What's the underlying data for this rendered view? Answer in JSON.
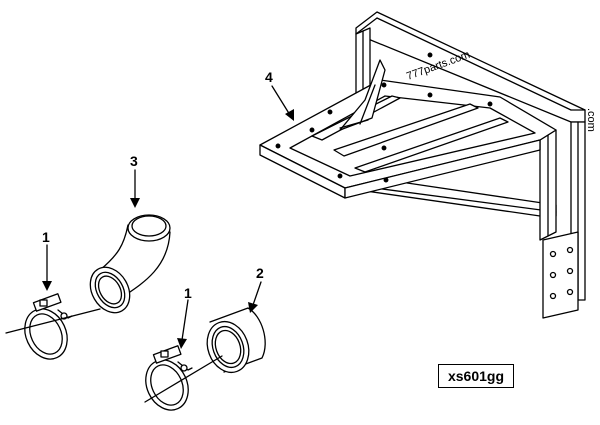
{
  "callouts": {
    "clamp_upper": "1",
    "clamp_lower": "1",
    "sleeve": "2",
    "elbow": "3",
    "bracket": "4"
  },
  "watermark": {
    "main": "777parts.com",
    "edge": ".com"
  },
  "reference_code": "xs601gg"
}
